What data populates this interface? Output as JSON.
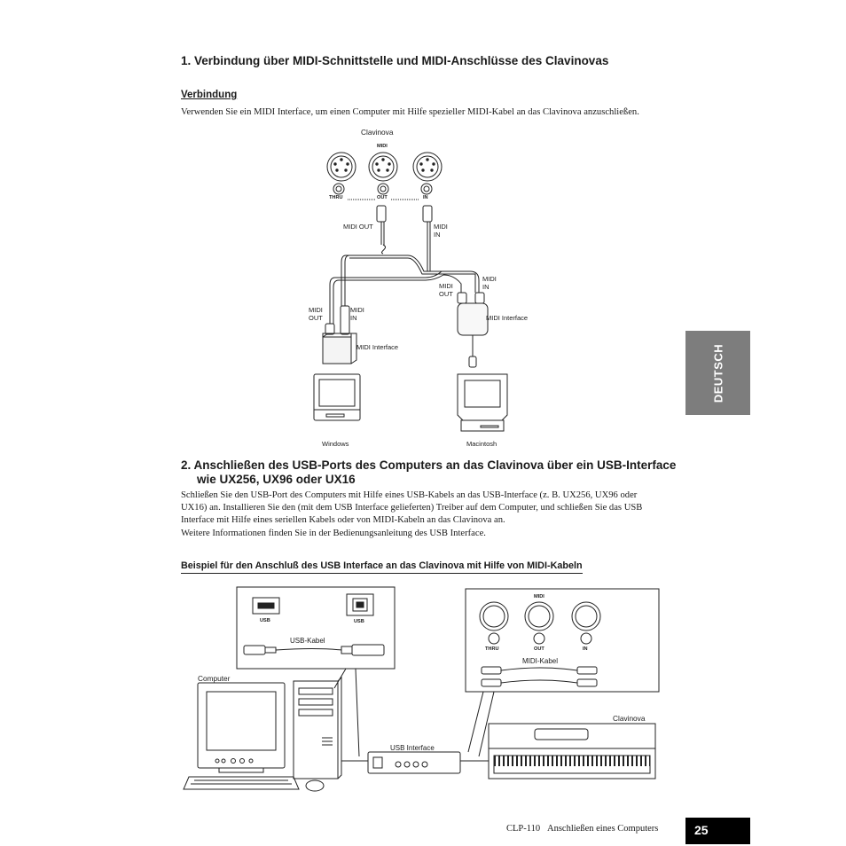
{
  "section1": {
    "heading": "1.  Verbindung über MIDI-Schnittstelle und MIDI-Anschlüsse des Clavinovas",
    "subheading": "Verbindung",
    "text": "Verwenden Sie ein MIDI Interface, um einen Computer mit Hilfe spezieller MIDI-Kabel an das Clavinova anzuschließen."
  },
  "diagram1": {
    "clavinova_label": "Clavinova",
    "midi_label": "MIDI",
    "thru": "THRU",
    "out": "OUT",
    "in": "IN",
    "midi_out_top": "MIDI OUT",
    "midi_in_top_1": "MIDI",
    "midi_in_top_2": "IN",
    "left_out_1": "MIDI",
    "left_out_2": "OUT",
    "left_in_1": "MIDI",
    "left_in_2": "IN",
    "right_out_1": "MIDI",
    "right_out_2": "OUT",
    "right_in_1": "MIDI",
    "right_in_2": "IN",
    "interface_left": "MIDI Interface",
    "interface_right": "MIDI Interface",
    "windows": "Windows",
    "macintosh": "Macintosh"
  },
  "section2": {
    "heading_line1": "2.  Anschließen des USB-Ports des Computers an das Clavinova über ein USB-Interface",
    "heading_line2": "wie UX256, UX96 oder UX16",
    "p1_line1": "Schließen Sie den USB-Port des Computers mit Hilfe eines USB-Kabels an das USB-Interface (z. B. UX256, UX96 oder",
    "p1_line2": "UX16) an. Installieren Sie den (mit dem USB Interface gelieferten) Treiber auf dem Computer, und schließen Sie das USB",
    "p1_line3": "Interface mit Hilfe eines seriellen Kabels oder von MIDI-Kabeln an das Clavinova an.",
    "p2": "Weitere Informationen finden Sie in der Bedienungsanleitung des USB Interface."
  },
  "example": {
    "heading": "Beispiel für den Anschluß des USB Interface an das Clavinova mit Hilfe von MIDI-Kabeln"
  },
  "diagram2": {
    "usb_a": "USB",
    "usb_b": "USB",
    "usb_cable": "USB-Kabel",
    "computer": "Computer",
    "usb_interface": "USB Interface",
    "midi_label": "MIDI",
    "thru": "THRU",
    "out": "OUT",
    "in": "IN",
    "midi_cable": "MIDI-Kabel",
    "clavinova": "Clavinova"
  },
  "side_tab": {
    "label": "DEUTSCH",
    "color": "#7d7d7d"
  },
  "footer": {
    "model": "CLP-110",
    "chapter": "Anschließen eines Computers",
    "page": "25"
  }
}
